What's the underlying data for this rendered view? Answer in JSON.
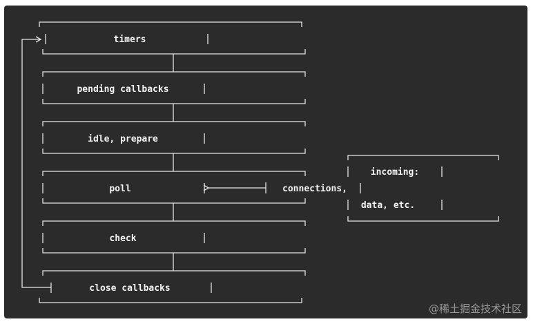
{
  "phases": [
    {
      "id": "timers",
      "label": "timers"
    },
    {
      "id": "pending-callbacks",
      "label": "pending callbacks"
    },
    {
      "id": "idle-prepare",
      "label": "idle, prepare"
    },
    {
      "id": "poll",
      "label": "poll"
    },
    {
      "id": "check",
      "label": "check"
    },
    {
      "id": "close-callbacks",
      "label": "close callbacks"
    }
  ],
  "incoming": {
    "line1": "incoming:",
    "line2": "connections,",
    "line3": "data, etc."
  },
  "watermark": "@稀土掘金技术社区"
}
